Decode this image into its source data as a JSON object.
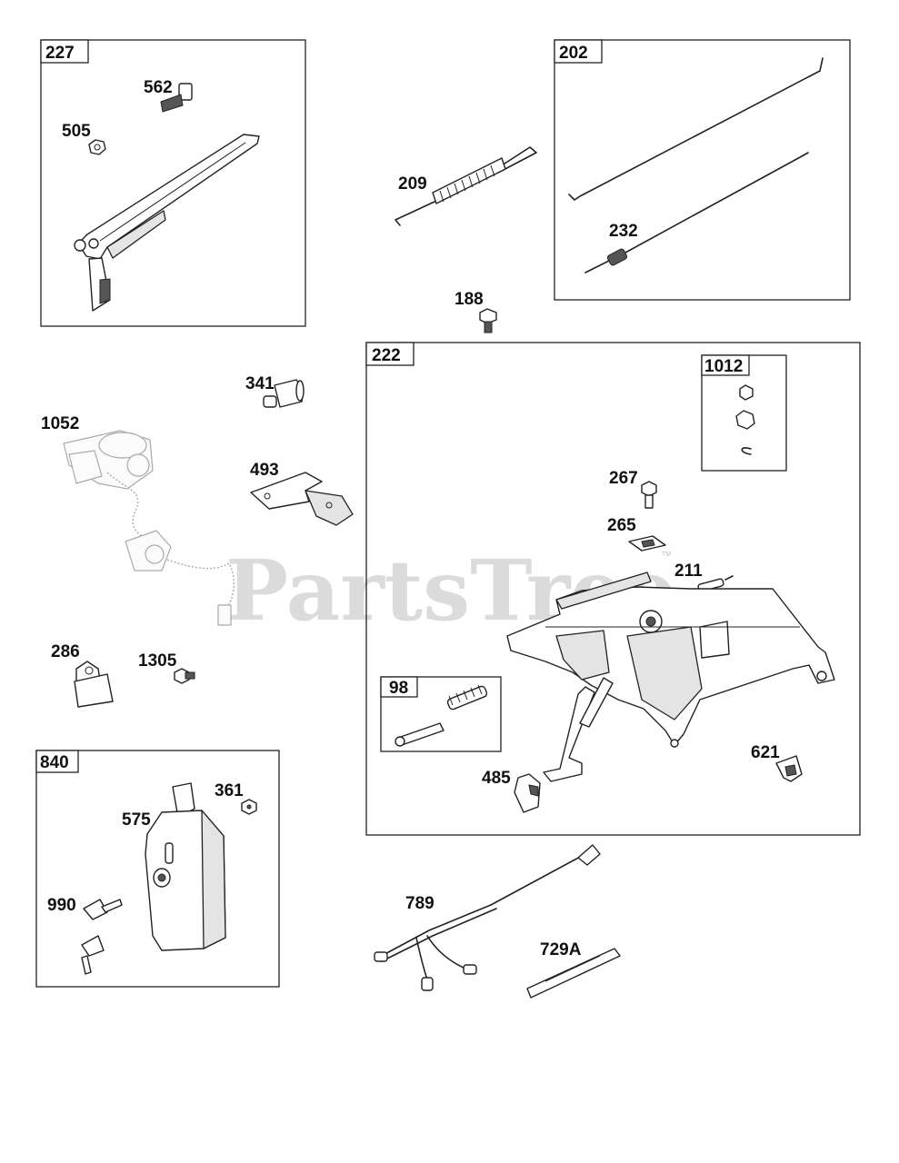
{
  "watermark": "PartsTree",
  "watermark_mark": "TM",
  "kits": [
    {
      "id": "kit-227",
      "tag": "227"
    },
    {
      "id": "kit-202",
      "tag": "202"
    },
    {
      "id": "kit-222",
      "tag": "222"
    },
    {
      "id": "kit-1012",
      "tag": "1012"
    },
    {
      "id": "kit-98",
      "tag": "98"
    },
    {
      "id": "kit-840",
      "tag": "840"
    }
  ],
  "callouts": [
    "562",
    "505",
    "209",
    "232",
    "188",
    "341",
    "1052",
    "493",
    "267",
    "265",
    "211",
    "286",
    "1305",
    "621",
    "485",
    "361",
    "575",
    "990",
    "789",
    "729A"
  ],
  "icons": {
    "control-lever": "control-lever-icon",
    "extension-spring": "extension-spring-icon",
    "link-rod": "link-rod-icon",
    "bracket": "bracket-icon",
    "switch": "ignition-switch-icon",
    "key": "key-icon",
    "wire-harness": "wire-harness-icon",
    "screw": "screw-icon",
    "nut": "nut-icon"
  }
}
